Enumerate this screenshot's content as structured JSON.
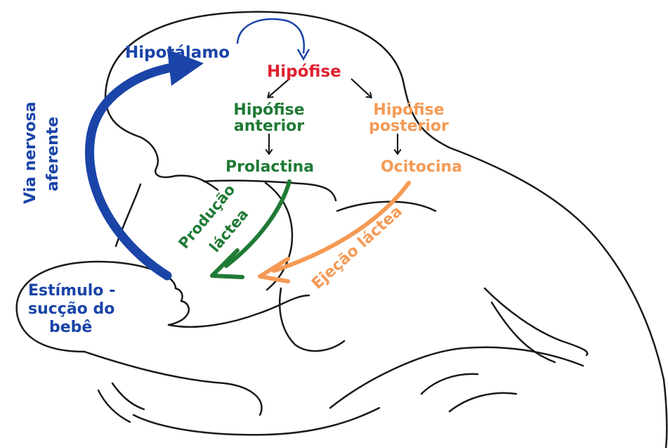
{
  "colors": {
    "blue": "#1a44a8",
    "red": "#e02030",
    "green": "#1f7a35",
    "orange": "#f59a55",
    "outline": "#1a1a1a"
  },
  "labels": {
    "hipotalamo": "Hipotálamo",
    "hipofise": "Hipófise",
    "hipofise_anterior_1": "Hipófise",
    "hipofise_anterior_2": "anterior",
    "hipofise_posterior_1": "Hipófise",
    "hipofise_posterior_2": "posterior",
    "prolactina": "Prolactina",
    "ocitocina": "Ocitocina",
    "via_nervosa_1": "Via nervosa",
    "via_nervosa_2": "aferente",
    "producao_1": "Produção",
    "producao_2": "láctea",
    "ejecao": "Ejeção láctea",
    "estimulo_1": "Estímulo -",
    "estimulo_2": "sucção do",
    "estimulo_3": "bebê"
  }
}
